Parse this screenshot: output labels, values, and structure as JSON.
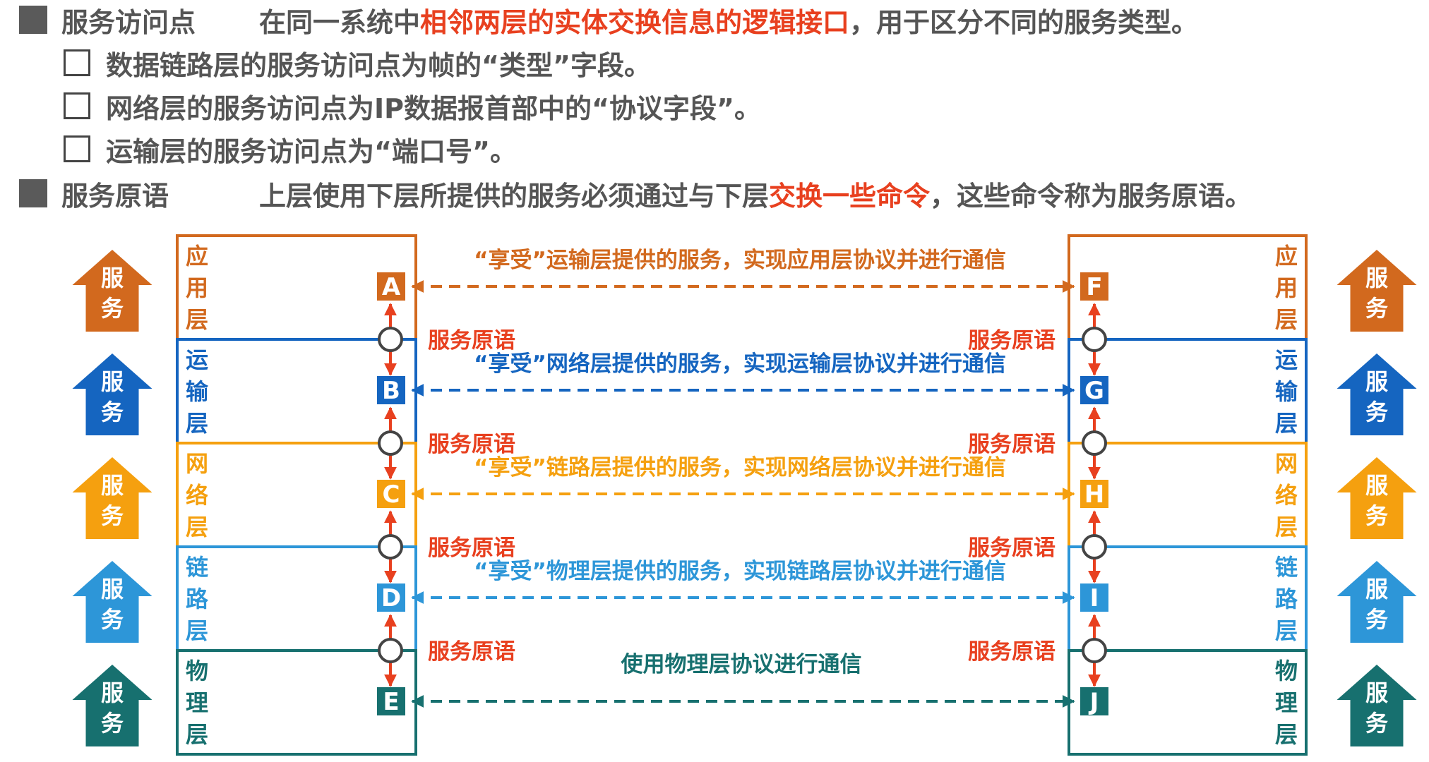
{
  "intro": {
    "sap": {
      "term": "服务访问点",
      "desc_before": "在同一系统中",
      "desc_highlight": "相邻两层的实体交换信息的逻辑接口",
      "desc_after": "，用于区分不同的服务类型。"
    },
    "sap_items": [
      "数据链路层的服务访问点为帧的“类型”字段。",
      "网络层的服务访问点为IP数据报首部中的“协议字段”。",
      "运输层的服务访问点为“端口号”。"
    ],
    "primitive": {
      "term": "服务原语",
      "desc_before": "上层使用下层所提供的服务必须通过与下层",
      "desc_highlight": "交换一些命令",
      "desc_after": "，这些命令称为服务原语。"
    }
  },
  "diagram": {
    "service_label": [
      "服",
      "务"
    ],
    "layers": [
      {
        "name": [
          "应",
          "用",
          "层"
        ],
        "left_entity": "A",
        "right_entity": "F",
        "color": "#d2691e",
        "exchange": "“享受”运输层提供的服务，实现应用层协议并进行通信"
      },
      {
        "name": [
          "运",
          "输",
          "层"
        ],
        "left_entity": "B",
        "right_entity": "G",
        "color": "#1565c0",
        "exchange": "“享受”网络层提供的服务，实现运输层协议并进行通信"
      },
      {
        "name": [
          "网",
          "络",
          "层"
        ],
        "left_entity": "C",
        "right_entity": "H",
        "color": "#f5a00f",
        "exchange": "“享受”链路层提供的服务，实现网络层协议并进行通信"
      },
      {
        "name": [
          "链",
          "路",
          "层"
        ],
        "left_entity": "D",
        "right_entity": "I",
        "color": "#2d96d8",
        "exchange": "“享受”物理层提供的服务，实现链路层协议并进行通信"
      },
      {
        "name": [
          "物",
          "理",
          "层"
        ],
        "left_entity": "E",
        "right_entity": "J",
        "color": "#17706f",
        "exchange": "使用物理层协议进行通信"
      }
    ],
    "primitive_label": "服务原语",
    "primitive_color": "#e8401f"
  }
}
